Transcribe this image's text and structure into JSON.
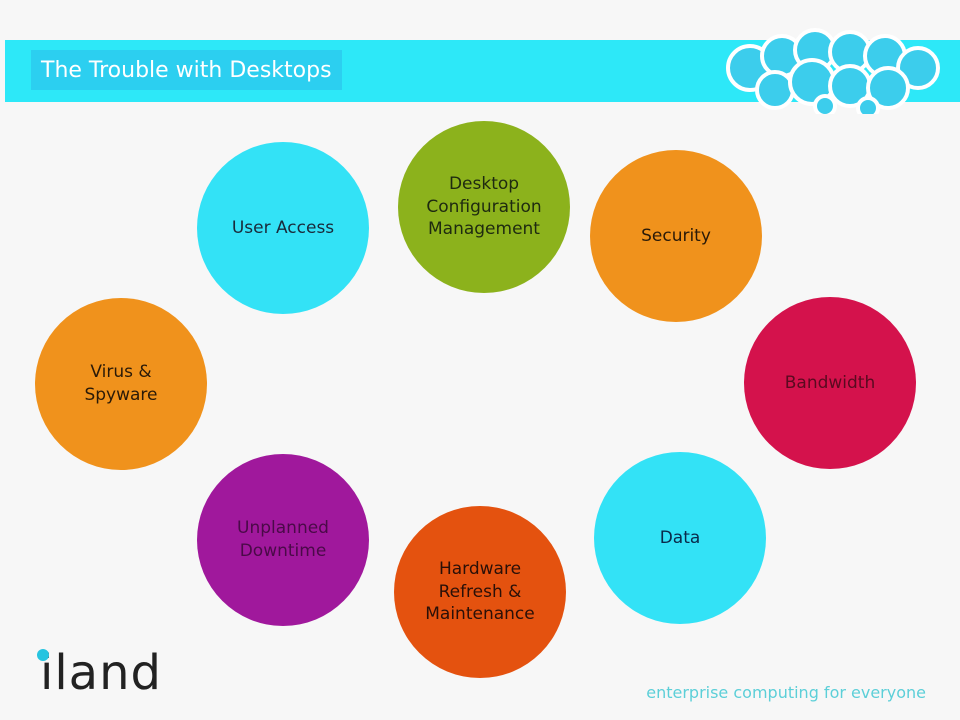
{
  "header": {
    "title": "The Trouble with Desktops"
  },
  "circles": [
    {
      "label": "User Access",
      "color": "#33e2f6",
      "text_color": "#1a2a3a"
    },
    {
      "label": "Desktop\nConfiguration\nManagement",
      "color": "#8cb21c",
      "text_color": "#1e2a10"
    },
    {
      "label": "Security",
      "color": "#f0921c",
      "text_color": "#2a1a08"
    },
    {
      "label": "Bandwidth",
      "color": "#d4124c",
      "text_color": "#5a0a20"
    },
    {
      "label": "Data",
      "color": "#33e2f6",
      "text_color": "#0a2a4a"
    },
    {
      "label": "Hardware\nRefresh &\nMaintenance",
      "color": "#e4520f",
      "text_color": "#2a1008"
    },
    {
      "label": "Unplanned\nDowntime",
      "color": "#a0189c",
      "text_color": "#4a0a48"
    },
    {
      "label": "Virus &\nSpyware",
      "color": "#f0921c",
      "text_color": "#2a1a08"
    }
  ],
  "footer": {
    "logo": "iland",
    "tagline": "enterprise computing for everyone"
  }
}
